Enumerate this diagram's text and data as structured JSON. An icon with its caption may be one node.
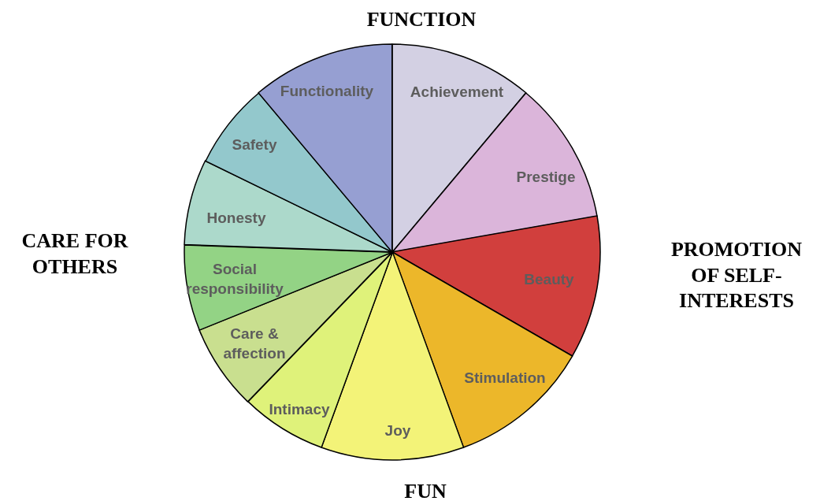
{
  "diagram": {
    "nodes": [
      {
        "text": [
          "Achievement"
        ]
      },
      {
        "text": [
          "Prestige"
        ]
      },
      {
        "text": [
          "Beauty"
        ]
      },
      {
        "text": [
          "Stimulation"
        ]
      },
      {
        "text": [
          "Joy"
        ]
      },
      {
        "text": [
          "Intimacy"
        ]
      },
      {
        "text": [
          "Care & affection"
        ]
      },
      {
        "text": [
          "Social responsibility"
        ]
      },
      {
        "text": [
          "Honesty"
        ]
      },
      {
        "text": [
          "Safety"
        ]
      },
      {
        "text": [
          "Functionality"
        ]
      }
    ],
    "edges": [],
    "labels": [
      "FUNCTION",
      "CARE FOR OTHERS",
      "PROMOTION OF SELF-INTERESTS",
      "FUN"
    ]
  }
}
